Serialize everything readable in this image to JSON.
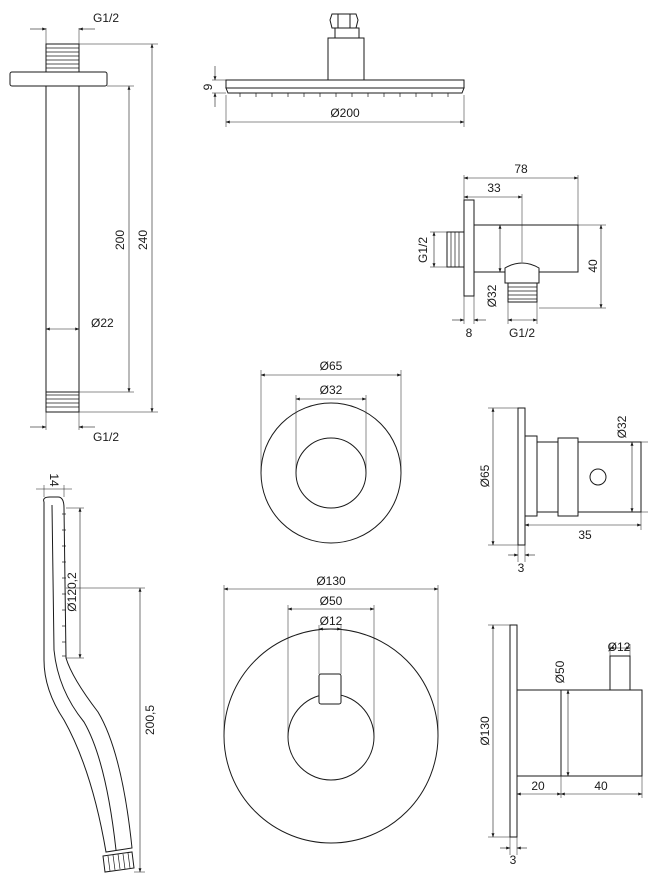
{
  "drawing": {
    "background": "#ffffff",
    "line_color": "#1a1a1a",
    "shower_arm": {
      "thread_top": "G1/2",
      "length_inner": "200",
      "length_total": "240",
      "diameter": "Ø22",
      "thread_bottom": "G1/2"
    },
    "shower_head": {
      "height": "9",
      "diameter": "Ø200"
    },
    "wall_outlet": {
      "total_width": "78",
      "offset": "33",
      "thread_inlet": "G1/2",
      "height": "40",
      "body_diameter": "Ø32",
      "flange_thickness": "8",
      "thread_outlet": "G1/2"
    },
    "handshower": {
      "thickness": "14",
      "head_length": "Ø120,2",
      "total_length": "200,5"
    },
    "small_rosette": {
      "outer_diameter": "Ø65",
      "inner_diameter": "Ø32"
    },
    "small_valve_side": {
      "rosette_diameter": "Ø65",
      "body_diameter": "Ø32",
      "body_length": "35",
      "plate_thickness": "3"
    },
    "mixer_front": {
      "outer_diameter": "Ø130",
      "knob_diameter": "Ø50",
      "lever_diameter": "Ø12"
    },
    "mixer_side": {
      "plate_diameter": "Ø130",
      "knob_diameter": "Ø50",
      "lever_diameter": "Ø12",
      "depth_1": "20",
      "depth_2": "40",
      "plate_thickness": "3"
    }
  }
}
